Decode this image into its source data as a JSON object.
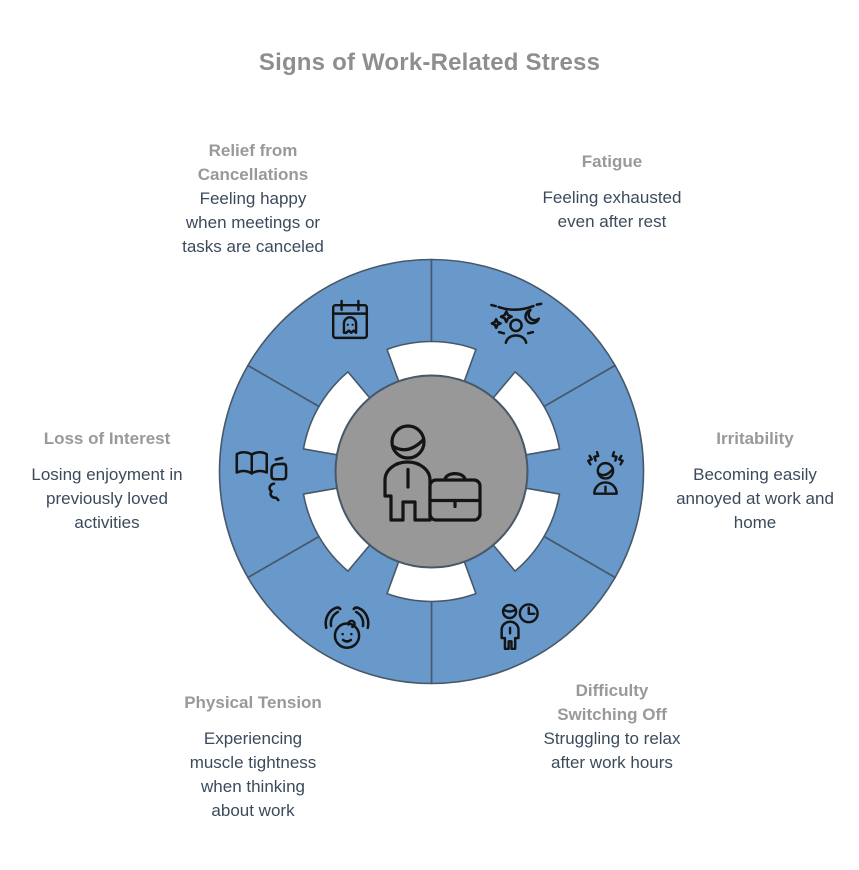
{
  "title": "Signs of Work-Related Stress",
  "colors": {
    "segment_fill": "#6899CA",
    "outline": "#47586A",
    "hub_fill": "#989898",
    "title_text": "#8D8E90",
    "heading_text": "#98999B",
    "body_text": "#3B4B5C",
    "icon": "#141414"
  },
  "center": {
    "icon": "businessperson-briefcase-icon"
  },
  "segments": [
    {
      "id": "relief-from-cancellations",
      "heading": "Relief from Cancellations",
      "description": "Feeling happy when meetings or tasks are canceled",
      "icon": "ghost-calendar-icon"
    },
    {
      "id": "fatigue",
      "heading": "Fatigue",
      "description": "Feeling exhausted even after rest",
      "icon": "sleepless-night-icon"
    },
    {
      "id": "irritability",
      "heading": "Irritability",
      "description": "Becoming easily annoyed at work and home",
      "icon": "angry-person-icon"
    },
    {
      "id": "difficulty-switching-off",
      "heading": "Difficulty Switching Off",
      "description": "Struggling to relax after work hours",
      "icon": "person-clock-icon"
    },
    {
      "id": "physical-tension",
      "heading": "Physical Tension",
      "description": "Experiencing muscle tightness when thinking about work",
      "icon": "head-massage-icon"
    },
    {
      "id": "loss-of-interest",
      "heading": "Loss of Interest",
      "description": "Losing enjoyment in previously loved activities",
      "icon": "book-disinterest-icon"
    }
  ]
}
